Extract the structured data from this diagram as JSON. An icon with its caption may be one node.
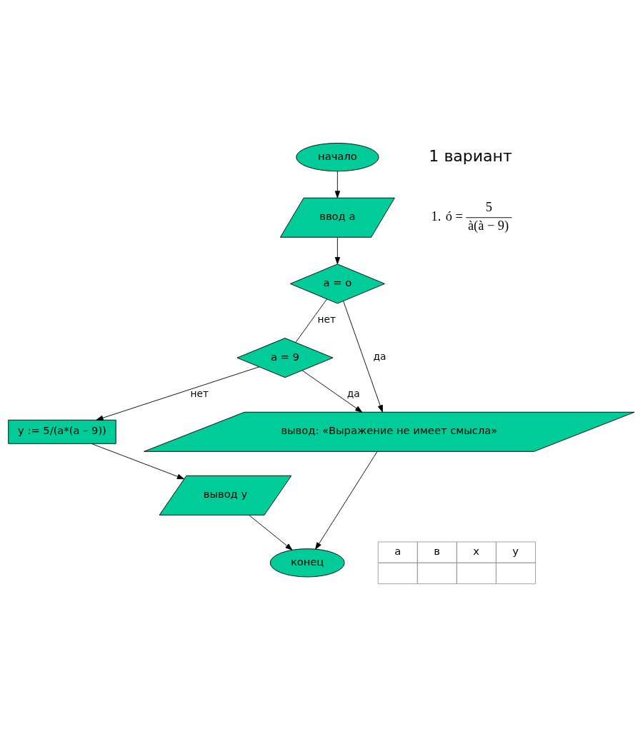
{
  "diagram": {
    "nodes": [
      {
        "text": [
          "начало"
        ]
      },
      {
        "text": [
          "ввод а"
        ]
      },
      {
        "text": [
          "а = о"
        ]
      },
      {
        "text": [
          "а = 9"
        ]
      },
      {
        "text": [
          "вывод: «Выражение не имеет смысла»"
        ]
      },
      {
        "text": [
          "y := 5/(a*(a – 9))"
        ]
      },
      {
        "text": [
          "вывод y"
        ]
      },
      {
        "text": [
          "конец"
        ]
      }
    ],
    "edges": [
      {
        "from": 0,
        "to": 1,
        "arrow": "to"
      },
      {
        "from": 1,
        "to": 2,
        "arrow": "to"
      },
      {
        "from": 2,
        "to": 3,
        "arrow": "none",
        "label": "нет"
      },
      {
        "from": 2,
        "to": 4,
        "arrow": "to",
        "label": "да"
      },
      {
        "from": 3,
        "to": 4,
        "arrow": "to",
        "label": "да"
      },
      {
        "from": 3,
        "to": 5,
        "arrow": "to",
        "label": "нет"
      },
      {
        "from": 5,
        "to": 6,
        "arrow": "to"
      },
      {
        "from": 6,
        "to": 7,
        "arrow": "to"
      },
      {
        "from": 4,
        "to": 7,
        "arrow": "to"
      }
    ],
    "labels": [
      "1 вариант",
      "1.",
      "ó =",
      "5",
      "à(à − 9)",
      "а",
      "в",
      "x",
      "y"
    ]
  }
}
